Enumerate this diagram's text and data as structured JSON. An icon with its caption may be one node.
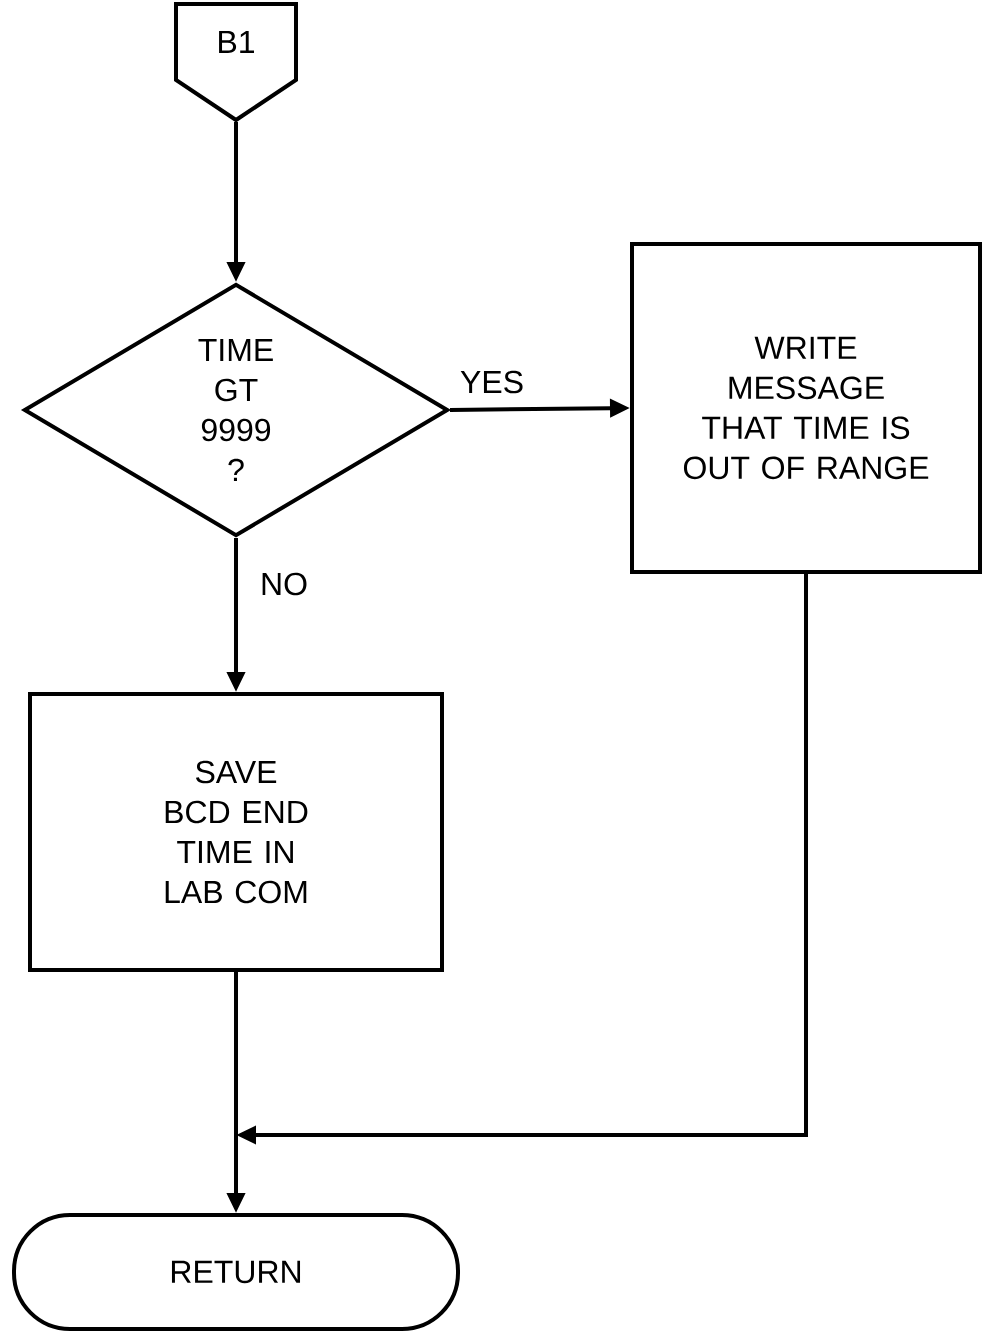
{
  "diagram": {
    "nodes": [
      {
        "text": [
          "B1"
        ]
      },
      {
        "text": [
          "TIME GT 9999 ?"
        ]
      },
      {
        "text": [
          "WRITE MESSAGE THAT TIME IS OUT OF RANGE"
        ]
      },
      {
        "text": [
          "SAVE BCD END TIME IN LAB COM"
        ]
      },
      {
        "text": [
          "RETURN"
        ]
      }
    ],
    "edges": [
      {
        "from": 0,
        "to": 1,
        "arrow": "to"
      },
      {
        "from": 1,
        "to": 2,
        "arrow": "to",
        "label": "YES"
      },
      {
        "from": 1,
        "to": 3,
        "arrow": "to",
        "label": "NO"
      },
      {
        "from": 3,
        "to": 4,
        "arrow": "to"
      },
      {
        "from": 2,
        "to": 4,
        "arrow": "to"
      }
    ]
  }
}
